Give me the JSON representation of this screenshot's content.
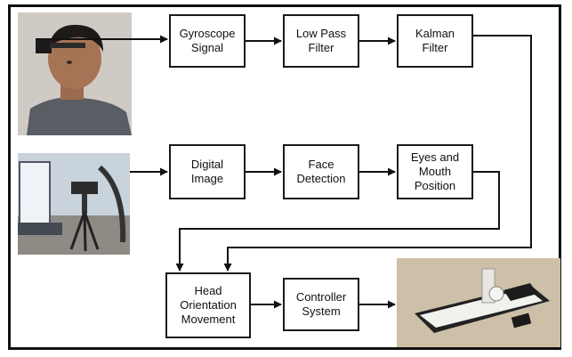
{
  "blocks": {
    "gyroscope": "Gyroscope\nSignal",
    "lowpass": "Low Pass\nFilter",
    "kalman": "Kalman\nFilter",
    "digital": "Digital\nImage",
    "face": "Face\nDetection",
    "eyes": "Eyes and\nMouth\nPosition",
    "head": "Head\nOrientation\nMovement",
    "controller": "Controller\nSystem"
  },
  "photos": {
    "person": "person-with-head-mounted-gyroscope",
    "camera": "camera-on-tripod-with-laptop",
    "device": "controlled-platform-device"
  },
  "colors": {
    "line": "#111111",
    "border": "#111111"
  }
}
